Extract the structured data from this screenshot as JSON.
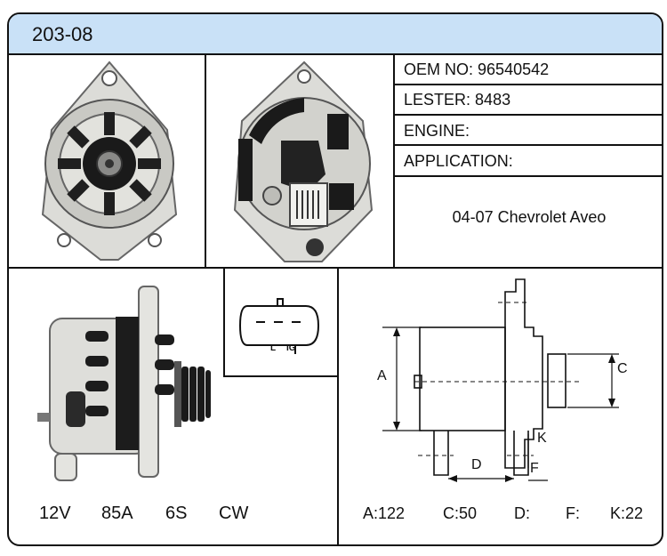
{
  "header": {
    "part_number": "203-08"
  },
  "info": {
    "oem_label": "OEM NO:",
    "oem_value": "96540542",
    "lester_label": "LESTER:",
    "lester_value": "8483",
    "engine_label": "ENGINE:",
    "engine_value": "",
    "application_label": "APPLICATION:",
    "application_value": "04-07 Chevrolet Aveo"
  },
  "connector": {
    "pin_label_l": "L",
    "pin_label_ig": "IG"
  },
  "specs": {
    "voltage": "12V",
    "amperage": "85A",
    "groove": "6S",
    "rotation": "CW"
  },
  "drawing_labels": {
    "a": "A",
    "c": "C",
    "d": "D",
    "f": "F",
    "k": "K"
  },
  "dimensions": {
    "a": "A:122",
    "c": "C:50",
    "d": "D:",
    "f": "F:",
    "k": "K:22"
  }
}
